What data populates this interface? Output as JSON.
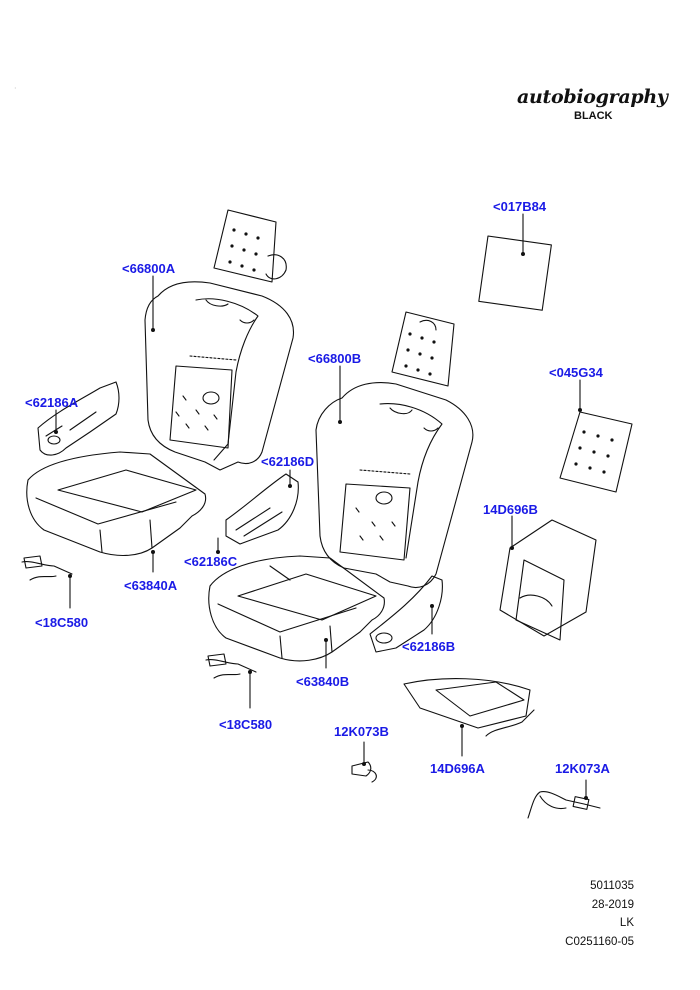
{
  "brand": {
    "script": "autobiography",
    "sub": "BLACK"
  },
  "callouts": {
    "c017B84": "<017B84",
    "c66800A": "<66800A",
    "c66800B": "<66800B",
    "c045G34": "<045G34",
    "c62186A": "<62186A",
    "c62186D": "<62186D",
    "c62186C": "<62186C",
    "c62186B": "<62186B",
    "c14D696B": "14D696B",
    "c14D696A": "14D696A",
    "c63840A": "<63840A",
    "c63840B": "<63840B",
    "c18C580a": "<18C580",
    "c18C580b": "<18C580",
    "c12K073B": "12K073B",
    "c12K073A": "12K073A"
  },
  "footer": {
    "line1": "5011035",
    "line2": "28-2019",
    "line3": "LK",
    "line4": "C0251160-05"
  },
  "colors": {
    "callout": "#1a1ae6",
    "linework": "#111111"
  }
}
